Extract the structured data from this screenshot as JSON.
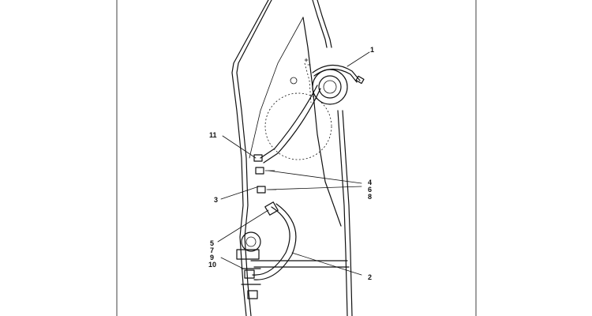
{
  "diagram": {
    "callouts": {
      "c1": "1",
      "c2": "2",
      "c3": "3",
      "c4": "4",
      "c6": "6",
      "c8": "8",
      "c11": "11",
      "c5": "5",
      "c7": "7",
      "c9": "9",
      "c10": "10"
    }
  },
  "colors": {
    "line": "#111111",
    "background": "#ffffff"
  }
}
